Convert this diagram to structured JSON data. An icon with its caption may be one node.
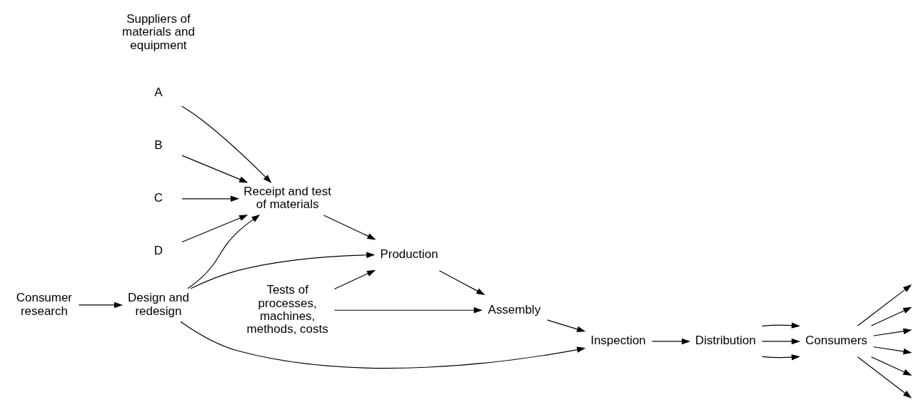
{
  "diagram": {
    "nodes": [
      {
        "text": [
          "Design and redesign"
        ]
      },
      {
        "text": [
          "Consumer research"
        ]
      },
      {
        "text": [
          "A"
        ]
      },
      {
        "text": [
          "B"
        ]
      },
      {
        "text": [
          "C"
        ]
      },
      {
        "text": [
          "D"
        ]
      },
      {
        "text": [
          "Receipt and test of materials"
        ]
      },
      {
        "text": [
          "Production"
        ]
      },
      {
        "text": [
          "Assembly"
        ]
      },
      {
        "text": [
          "Inspection"
        ]
      },
      {
        "text": [
          "Distribution"
        ]
      },
      {
        "text": [
          "Consumers"
        ]
      },
      {
        "text": [
          "Tests of processes, machines, methods, costs"
        ]
      }
    ],
    "edges": [
      {
        "from": 1,
        "to": 0,
        "arrow": "to"
      },
      {
        "from": 0,
        "to": 6,
        "arrow": "to"
      },
      {
        "from": 0,
        "to": 7,
        "arrow": "to"
      },
      {
        "from": 0,
        "to": 9,
        "arrow": "to"
      },
      {
        "from": 2,
        "to": 6,
        "arrow": "to"
      },
      {
        "from": 3,
        "to": 6,
        "arrow": "to"
      },
      {
        "from": 4,
        "to": 6,
        "arrow": "to"
      },
      {
        "from": 5,
        "to": 6,
        "arrow": "to"
      },
      {
        "from": 6,
        "to": 7,
        "arrow": "to"
      },
      {
        "from": 7,
        "to": 8,
        "arrow": "to"
      },
      {
        "from": 8,
        "to": 9,
        "arrow": "to"
      },
      {
        "from": 9,
        "to": 10,
        "arrow": "to"
      },
      {
        "from": 12,
        "to": 7,
        "arrow": "to"
      },
      {
        "from": 12,
        "to": 8,
        "arrow": "to"
      },
      {
        "from": 10,
        "to": 11,
        "arrow": "to"
      },
      {
        "from": 10,
        "to": 11,
        "arrow": "to"
      },
      {
        "from": 10,
        "to": 11,
        "arrow": "to"
      },
      {
        "from": 11,
        "to": null,
        "arrow": "to"
      },
      {
        "from": 11,
        "to": null,
        "arrow": "to"
      },
      {
        "from": 11,
        "to": null,
        "arrow": "to"
      },
      {
        "from": 11,
        "to": null,
        "arrow": "to"
      },
      {
        "from": 11,
        "to": null,
        "arrow": "to"
      },
      {
        "from": 11,
        "to": null,
        "arrow": "to"
      }
    ],
    "labels": [
      "Suppliers of materials and equipment"
    ]
  }
}
